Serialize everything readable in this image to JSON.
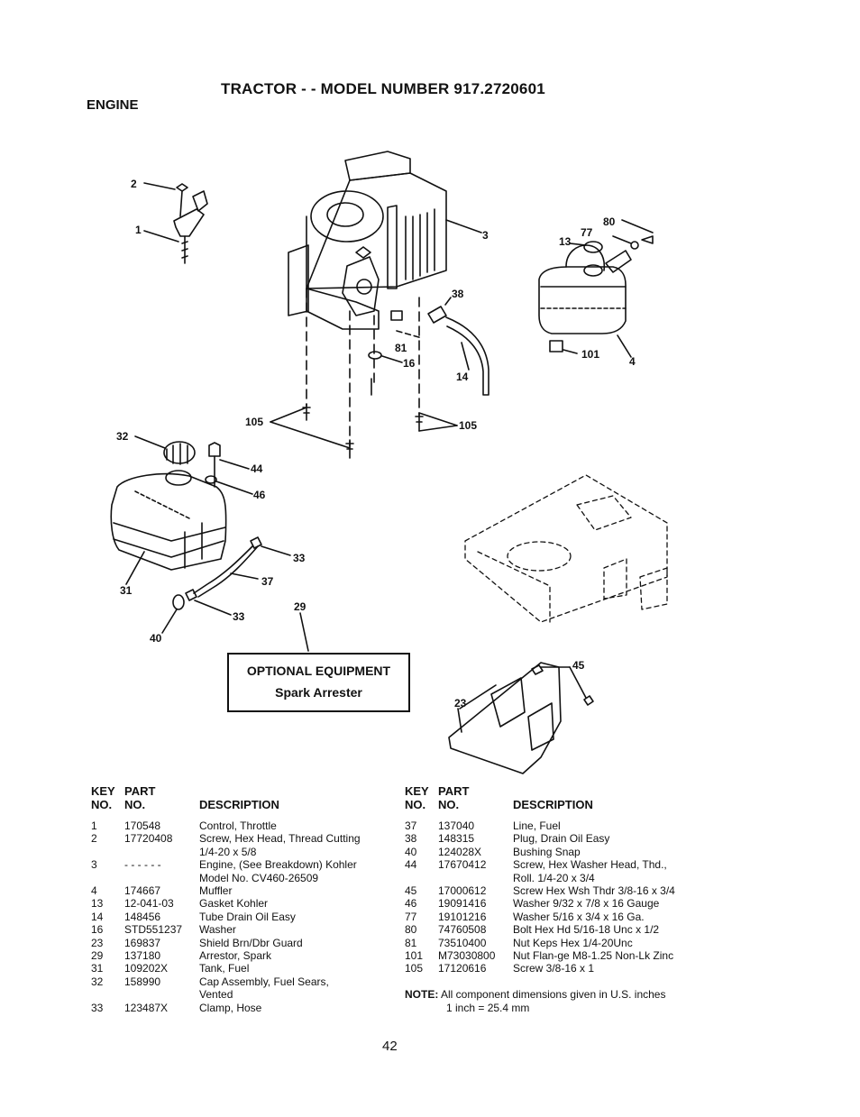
{
  "header": {
    "title": "TRACTOR - - MODEL NUMBER 917.2720601",
    "section": "ENGINE"
  },
  "callouts": {
    "c1": "1",
    "c2": "2",
    "c3": "3",
    "c4": "4",
    "c13": "13",
    "c77": "77",
    "c80": "80",
    "c101": "101",
    "c38": "38",
    "c81": "81",
    "c16": "16",
    "c14": "14",
    "c105a": "105",
    "c105b": "105",
    "c32": "32",
    "c44": "44",
    "c46": "46",
    "c31": "31",
    "c33a": "33",
    "c37": "37",
    "c33b": "33",
    "c40": "40",
    "c29": "29",
    "c45": "45",
    "c23": "23"
  },
  "optional_box": {
    "heading": "OPTIONAL EQUIPMENT",
    "item": "Spark Arrester"
  },
  "table_headers": {
    "key_line1": "KEY",
    "key_line2": "NO.",
    "part_line1": "PART",
    "part_line2": "NO.",
    "description": "DESCRIPTION"
  },
  "parts_left": [
    {
      "key": "1",
      "part": "170548",
      "desc": [
        "Control, Throttle"
      ]
    },
    {
      "key": "2",
      "part": "17720408",
      "desc": [
        "Screw, Hex Head, Thread Cutting",
        "1/4-20 x 5/8"
      ]
    },
    {
      "key": "3",
      "part": "- - - - - -",
      "desc": [
        "Engine, (See Breakdown) Kohler",
        "Model No. CV460-26509"
      ]
    },
    {
      "key": "4",
      "part": "174667",
      "desc": [
        "Muffler"
      ]
    },
    {
      "key": "13",
      "part": "12-041-03",
      "desc": [
        "Gasket Kohler"
      ]
    },
    {
      "key": "14",
      "part": "148456",
      "desc": [
        "Tube Drain Oil Easy"
      ]
    },
    {
      "key": "16",
      "part": "STD551237",
      "desc": [
        "Washer"
      ]
    },
    {
      "key": "23",
      "part": "169837",
      "desc": [
        "Shield Brn/Dbr Guard"
      ]
    },
    {
      "key": "29",
      "part": "137180",
      "desc": [
        "Arrestor, Spark"
      ]
    },
    {
      "key": "31",
      "part": "109202X",
      "desc": [
        "Tank, Fuel"
      ]
    },
    {
      "key": "32",
      "part": "158990",
      "desc": [
        "Cap Assembly, Fuel Sears,",
        "Vented"
      ]
    },
    {
      "key": "33",
      "part": "123487X",
      "desc": [
        "Clamp, Hose"
      ]
    }
  ],
  "parts_right": [
    {
      "key": "37",
      "part": "137040",
      "desc": [
        "Line, Fuel"
      ]
    },
    {
      "key": "38",
      "part": "148315",
      "desc": [
        "Plug, Drain Oil Easy"
      ]
    },
    {
      "key": "40",
      "part": "124028X",
      "desc": [
        "Bushing Snap"
      ]
    },
    {
      "key": "44",
      "part": "17670412",
      "desc": [
        "Screw, Hex Washer Head, Thd.,",
        "Roll. 1/4-20 x 3/4"
      ]
    },
    {
      "key": "45",
      "part": "17000612",
      "desc": [
        "Screw Hex Wsh Thdr 3/8-16 x 3/4"
      ]
    },
    {
      "key": "46",
      "part": "19091416",
      "desc": [
        "Washer 9/32 x 7/8 x 16 Gauge"
      ]
    },
    {
      "key": "77",
      "part": "19101216",
      "desc": [
        "Washer 5/16 x 3/4 x 16 Ga."
      ]
    },
    {
      "key": "80",
      "part": "74760508",
      "desc": [
        "Bolt Hex Hd 5/16-18 Unc x 1/2"
      ]
    },
    {
      "key": "81",
      "part": "73510400",
      "desc": [
        "Nut Keps Hex 1/4-20Unc"
      ]
    },
    {
      "key": "101",
      "part": "M73030800",
      "desc": [
        "Nut Flan-ge M8-1.25 Non-Lk Zinc"
      ]
    },
    {
      "key": "105",
      "part": "17120616",
      "desc": [
        "Screw 3/8-16 x 1"
      ]
    }
  ],
  "note": {
    "label": "NOTE:",
    "line1": "All component dimensions given in U.S. inches",
    "line2": "1 inch = 25.4 mm"
  },
  "page_number": "42"
}
